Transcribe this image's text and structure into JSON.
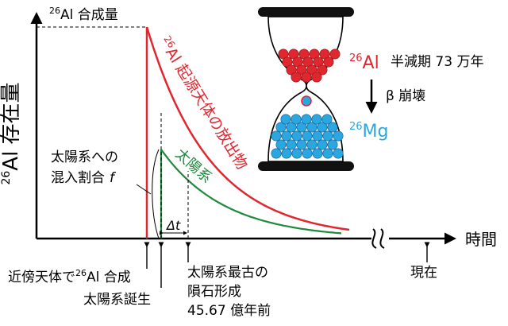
{
  "y_axis": {
    "label_sup": "26",
    "label_main": "Al 存在量",
    "synthesis_sup": "26",
    "synthesis_label": "Al 合成量"
  },
  "x_axis": {
    "label": "時間"
  },
  "curves": {
    "source_sup": "26",
    "source_label": "Al 起源天体の放出物",
    "source_color": "#e0262e",
    "solar_label": "太陽系",
    "solar_color": "#1e8a3c"
  },
  "annotations": {
    "mixing_line1": "太陽系への",
    "mixing_line2": "混入割合",
    "mixing_symbol": "f",
    "delta_t": "Δt"
  },
  "events": {
    "nearby_prefix": "近傍天体で",
    "nearby_sup": "26",
    "nearby_suffix": "Al 合成",
    "solar_birth": "太陽系誕生",
    "oldest_line1": "太陽系最古の",
    "oldest_line2": "隕石形成",
    "oldest_line3": "45.67 億年前",
    "present": "現在"
  },
  "hourglass": {
    "top_sup": "26",
    "top_element": "Al",
    "half_life": "半減期 73 万年",
    "decay": "β 崩壊",
    "bottom_sup": "26",
    "bottom_element": "Mg",
    "al_color": "#e0262e",
    "mg_color": "#2aa7e0"
  }
}
